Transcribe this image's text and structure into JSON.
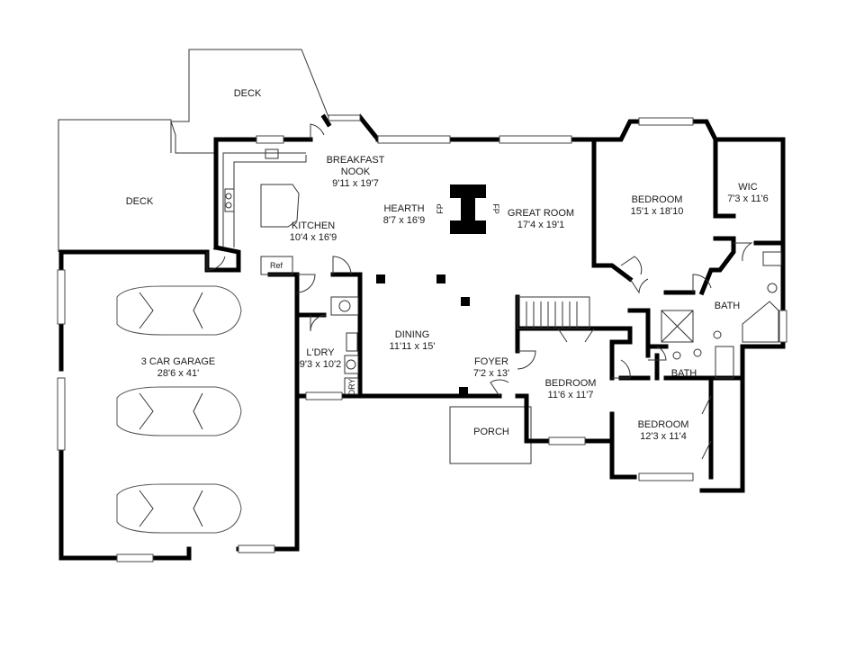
{
  "rooms": {
    "deck_top": {
      "name": "DECK"
    },
    "deck_left": {
      "name": "DECK"
    },
    "breakfast_nook": {
      "name_line1": "BREAKFAST",
      "name_line2": "NOOK",
      "dims": "9'11 x 19'7"
    },
    "kitchen": {
      "name": "KITCHEN",
      "dims": "10'4 x 16'9"
    },
    "hearth": {
      "name": "HEARTH",
      "dims": "8'7 x 16'9"
    },
    "great_room": {
      "name": "GREAT ROOM",
      "dims": "17'4 x 19'1"
    },
    "bedroom_master": {
      "name": "BEDROOM",
      "dims": "15'1 x 18'10"
    },
    "wic": {
      "name": "WIC",
      "dims": "7'3 x 11'6"
    },
    "bath_master": {
      "name": "BATH"
    },
    "garage": {
      "name": "3 CAR GARAGE",
      "dims": "28'6 x 41'"
    },
    "dining": {
      "name": "DINING",
      "dims": "11'11 x 15'"
    },
    "laundry": {
      "name": "L'DRY",
      "dims": "9'3 x 10'2"
    },
    "foyer": {
      "name": "FOYER",
      "dims": "7'2 x 13'"
    },
    "bedroom_2": {
      "name": "BEDROOM",
      "dims": "11'6 x 11'7"
    },
    "bath_2": {
      "name": "BATH"
    },
    "bedroom_3": {
      "name": "BEDROOM",
      "dims": "12'3 x 11'4"
    },
    "porch": {
      "name": "PORCH"
    }
  },
  "fixtures": {
    "ref": "Ref",
    "fp_left": "FP",
    "fp_right": "FP",
    "dryer": "DRY"
  }
}
